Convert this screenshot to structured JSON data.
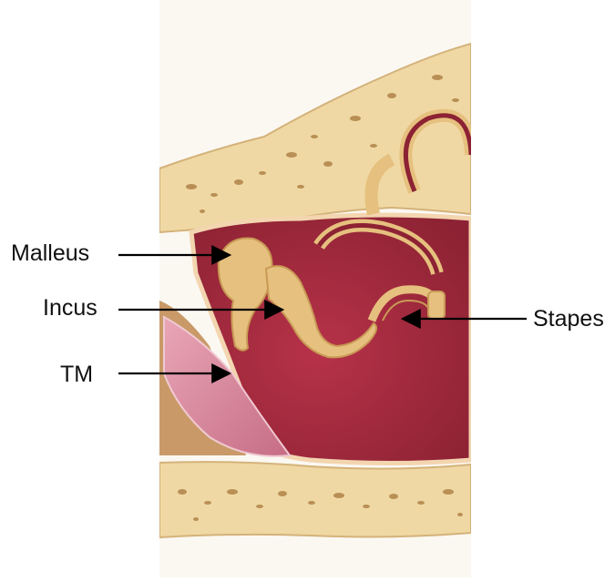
{
  "labels": {
    "malleus": "Malleus",
    "incus": "Incus",
    "tm": "TM",
    "stapes": "Stapes"
  },
  "colors": {
    "bone": "#efd8a4",
    "bone_pore": "#b98f55",
    "cavity": "#a52a3e",
    "cavity_dark": "#7f1f2e",
    "membrane": "#d98a9c",
    "ossicle": "#e6c07e",
    "arrow": "#000000"
  }
}
